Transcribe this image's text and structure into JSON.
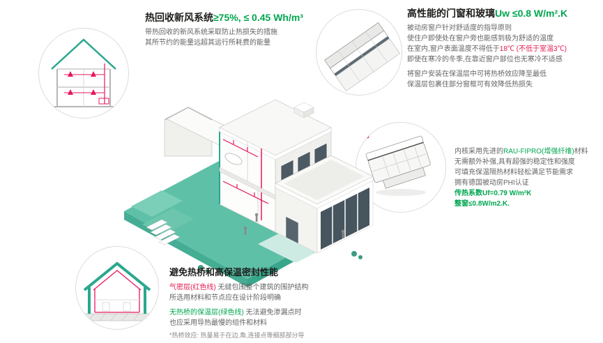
{
  "colors": {
    "accent_green_text": "#00a650",
    "accent_red_text": "#e51a4f",
    "illustration_teal": "#2aa78f",
    "ground_teal": "#5fc0a8",
    "body_gray": "#636466"
  },
  "heat_recovery": {
    "title": "热回收新风系统",
    "title_metric": "≥75%, ≤ 0.45 Wh/m³",
    "line1": "带热回收的新风系统采取防止热损失的措施",
    "line2": "其所节约的能量远超其运行所耗费的能量"
  },
  "windows": {
    "title": "高性能的门窗和玻璃",
    "title_metric": "Uw ≤0.8 W/m².K",
    "line1": "被动房窗户针对舒适度的指导原则",
    "line2": "使住户即使处在窗户旁也能感到极为舒适的温度",
    "line3_pre": "在室内,窗户表面温度不得低于",
    "line3_red": "18℃ (不低于室温3℃)",
    "line4": "即使在寒冷的冬季,在靠近窗户部位也无寒冷不适感",
    "line5": "将窗户安装在保温层中可将热桥效应降至最低",
    "line6": "保温层包裹住部分窗框可有效降低热损失"
  },
  "profile": {
    "line1_pre": "内核采用先进的",
    "line1_green": "RAU-FIPRO(增强纤维)",
    "line1_post": "材料",
    "line2": "无需额外补强,具有超强的稳定性和强度",
    "line3": "可填充保温隔热材料轻松满足节能需求",
    "line4": "拥有德国被动房PHI认证",
    "metric1": "传热系数Uf=0.79 W/m²K",
    "metric2": "整窗≤0.8W/m2.K."
  },
  "thermal": {
    "title": "避免热桥和高保温密封性能",
    "line1_red": "气密层(红色线)",
    "line1_rest": " 无缝包围整个建筑的围护结构",
    "line2": "所选用材料和节点应在设计阶段明确",
    "line3_green": "无热桥的保温层(绿色线)",
    "line3_rest": " 无法避免渗漏点时",
    "line4": "也应采用导热最慢的组件和材料",
    "footnote": "*热桥效应: 热量易于在边,角,连接点等细部部分导"
  }
}
